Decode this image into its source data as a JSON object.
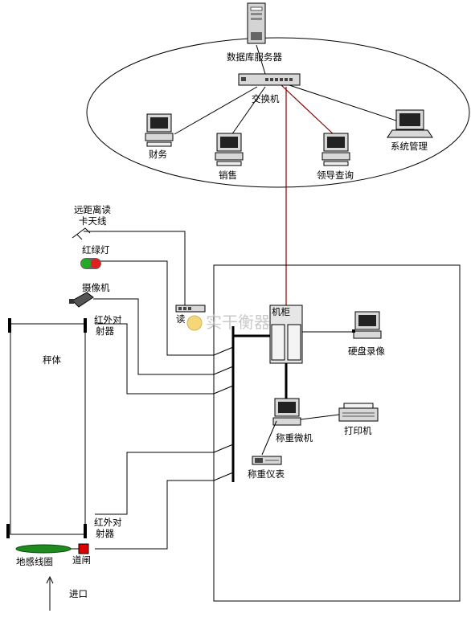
{
  "network": {
    "server_label": "数据库服务器",
    "switch_label": "交换机",
    "clients": {
      "finance": "财务",
      "sales": "销售",
      "leader_query": "领导查询",
      "system_admin": "系统管理"
    }
  },
  "field": {
    "antenna_label_line1": "远距离读",
    "antenna_label_line2": "卡天线",
    "traffic_light_label": "红绿灯",
    "camera_label": "摄像机",
    "infrared_top_line1": "红外对",
    "infrared_top_line2": "射器",
    "scale_body_label": "秤体",
    "infrared_bottom_line1": "红外对",
    "infrared_bottom_line2": "射器",
    "ground_loop_label": "地感线圈",
    "barrier_label": "道闸",
    "entrance_label": "进口"
  },
  "control_room": {
    "reader_label": "读",
    "cabinet_label": "机柜",
    "dvr_label": "硬盘录像",
    "weighing_pc_label": "称重微机",
    "printer_label": "打印机",
    "weighing_indicator_label": "称重仪表"
  },
  "watermark": "实干衡器",
  "colors": {
    "red_link": "#8b0000",
    "light_red": "#e02020",
    "light_green": "#22aa22",
    "barrier_red": "#dd0000",
    "loop_green": "#1f8a1f"
  }
}
